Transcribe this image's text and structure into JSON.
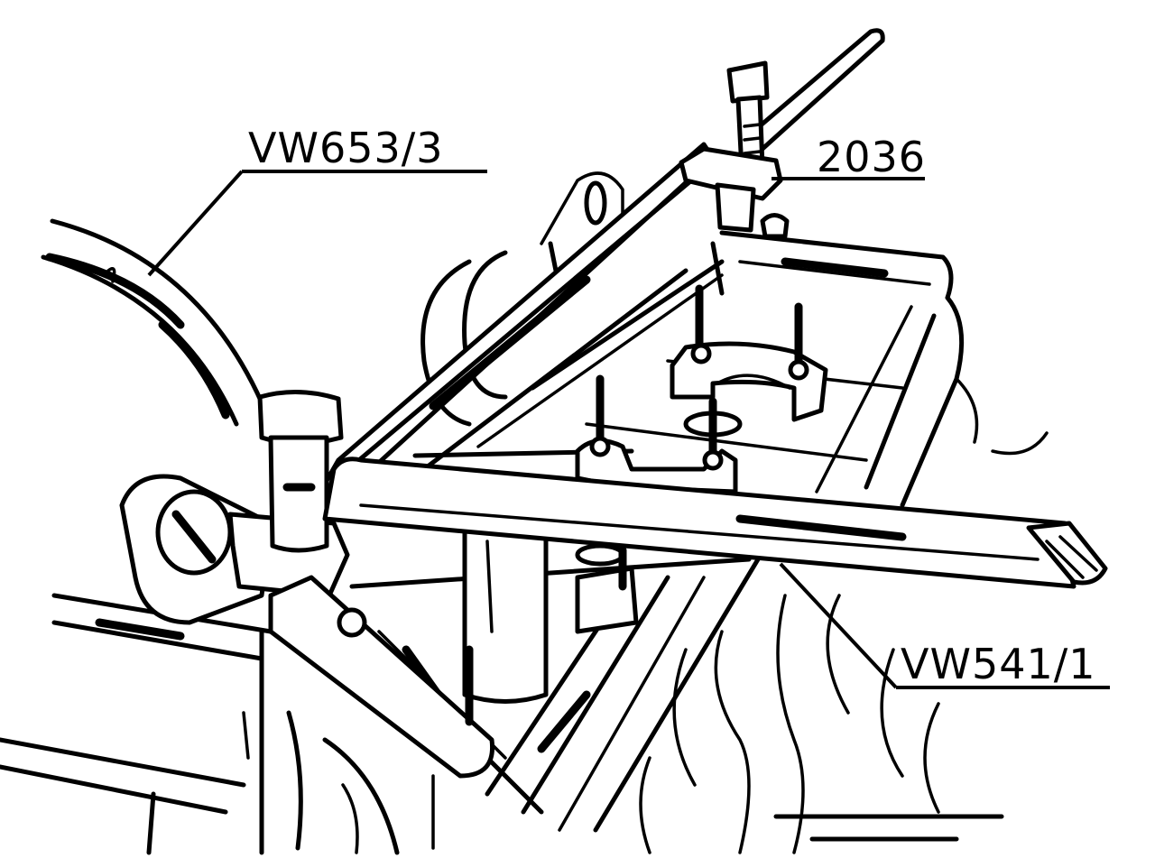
{
  "labels": {
    "tool_a": "VW653/3",
    "tool_b": "2036",
    "tool_c": "VW541/1"
  },
  "colors": {
    "ink": "#000000",
    "paper": "#ffffff"
  }
}
